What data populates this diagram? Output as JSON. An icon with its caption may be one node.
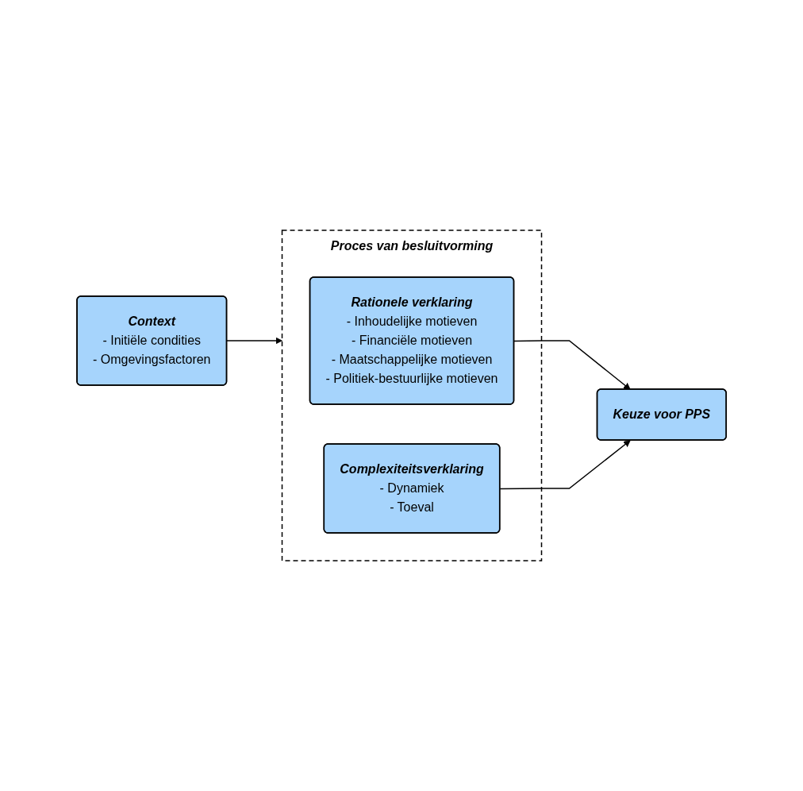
{
  "diagram": {
    "nodes": [
      {
        "text": [
          "Proces van besluitvorming"
        ]
      },
      {
        "text": [
          "Rationele verklaring",
          "- Inhoudelijke motieven",
          "- Financiële motieven",
          "- Maatschappelijke motieven",
          "- Politiek-bestuurlijke motieven"
        ],
        "in": 0
      },
      {
        "text": [
          "Complexiteitsverklaring",
          "- Dynamiek",
          "- Toeval"
        ],
        "in": 0
      },
      {
        "text": [
          "Keuze voor PPS"
        ]
      },
      {
        "text": [
          "Context",
          "- Initiële condities",
          "- Omgevingsfactoren"
        ]
      }
    ],
    "edges": [
      {
        "from": 1,
        "to": 3,
        "arrow": "to"
      },
      {
        "from": 2,
        "to": 3,
        "arrow": "to"
      },
      {
        "from": 4,
        "to": 0,
        "arrow": "to"
      }
    ]
  }
}
